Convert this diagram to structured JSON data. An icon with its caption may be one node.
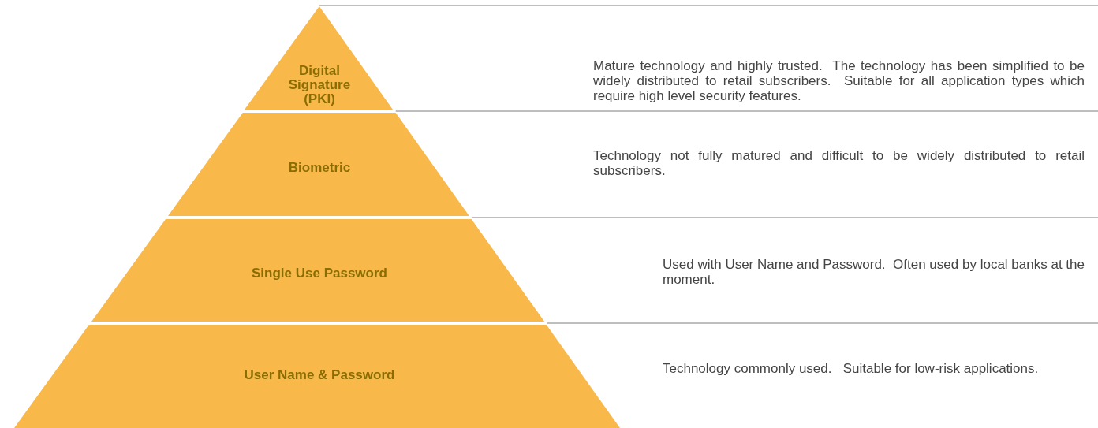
{
  "diagram": {
    "nodes": [
      {
        "text": [
          "Digital Signature (PKI)"
        ]
      },
      {
        "text": [
          "Biometric"
        ]
      },
      {
        "text": [
          "Single Use Password"
        ]
      },
      {
        "text": [
          "User Name & Password"
        ]
      }
    ],
    "labels": [
      "Mature technology and highly trusted.  The technology has been simplified to be widely distributed to retail subscribers.  Suitable for all application types which require high level security features.",
      "Technology not fully matured and difficult to be widely distributed to retail subscribers.",
      "Used with User Name and Password.  Often used by local banks at the moment.",
      "Technology commonly used.   Suitable for low-risk applications."
    ]
  }
}
